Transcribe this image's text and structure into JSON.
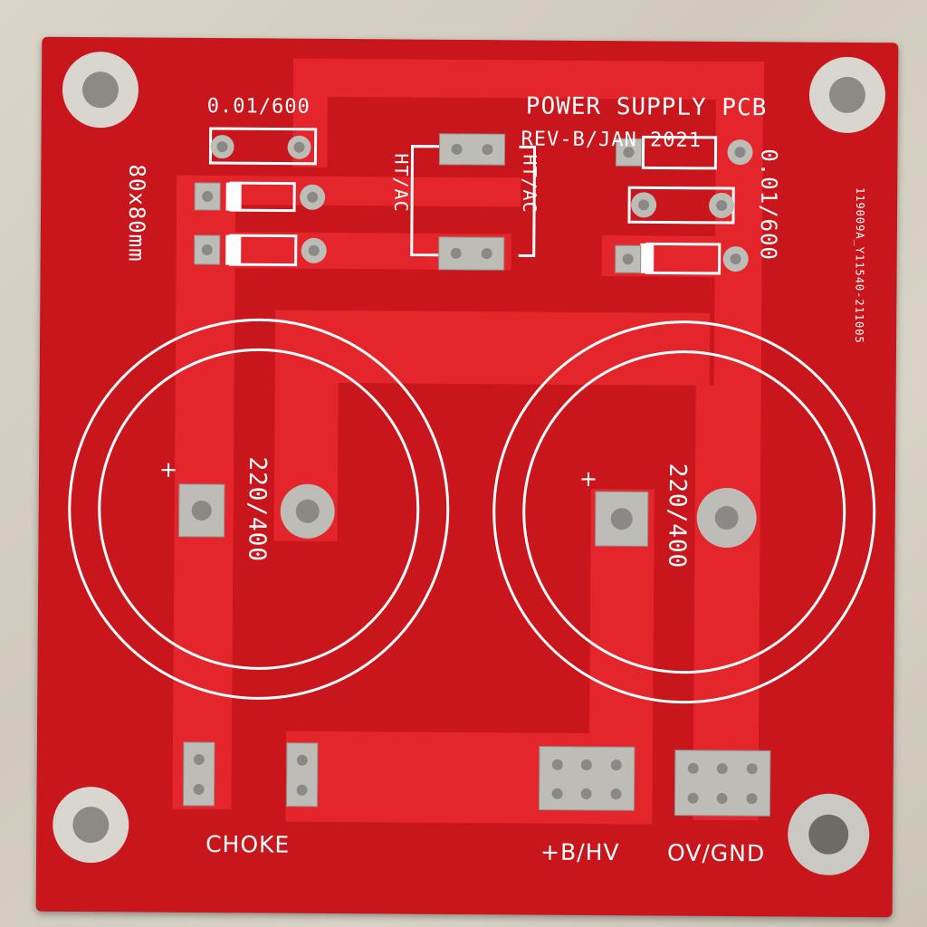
{
  "board": {
    "title": "POWER SUPPLY PCB",
    "revision": "REV-B/JAN 2021",
    "size": "80x80mm",
    "board_id": "119009A_Y11540-211005",
    "colors": {
      "pcb": "#c8161c",
      "copper": "#e8242a",
      "silk": "#ffffff",
      "pad": "#bdbcb6"
    }
  },
  "labels": {
    "cap_left": "0.01/600",
    "cap_right": "0.01/600",
    "ht_ac_left": "HT/AC",
    "ht_ac_right": "HT/AC",
    "electrolytic_left": "220/400",
    "electrolytic_right": "220/400",
    "plus_left": "+",
    "plus_right": "+",
    "choke": "CHOKE",
    "b_hv": "+B/HV",
    "ov_gnd": "OV/GND"
  }
}
